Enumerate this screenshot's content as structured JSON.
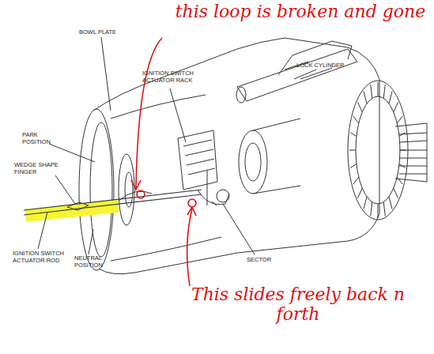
{
  "diagram": {
    "labels": [
      "this loop is broken and gone",
      "BOWL PLATE",
      "IGNITION SWITCH ACTUATOR RACK",
      "LOCK CYLINDER",
      "PARK POSITION",
      "WEDGE SHAPE FINGER",
      "IGNITION SWITCH ACTUATOR ROD",
      "NEUTRAL POSITION",
      "SECTOR",
      "This slides freely back n forth"
    ]
  }
}
